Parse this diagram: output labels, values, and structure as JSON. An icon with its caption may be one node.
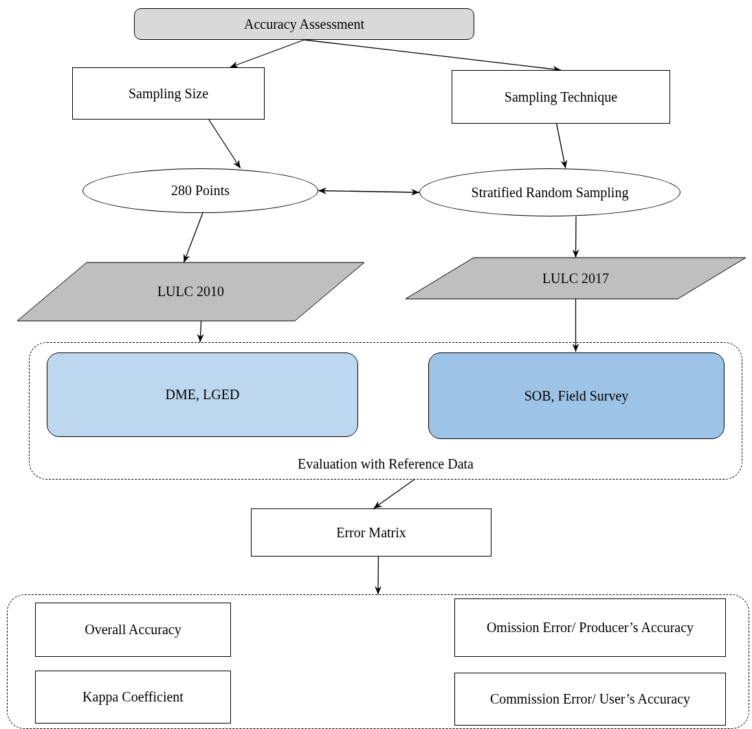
{
  "diagram": {
    "nodes": [
      {
        "text": [
          "Accuracy Assessment"
        ]
      },
      {
        "text": [
          "Sampling Size"
        ]
      },
      {
        "text": [
          "Sampling Technique"
        ]
      },
      {
        "text": [
          "280 Points"
        ]
      },
      {
        "text": [
          "Stratified Random Sampling"
        ]
      },
      {
        "text": [
          "LULC 2010"
        ]
      },
      {
        "text": [
          "LULC 2017"
        ]
      },
      {
        "text": [
          "Evaluation with Reference Data"
        ]
      },
      {
        "text": [
          "DME, LGED"
        ],
        "in": 7
      },
      {
        "text": [
          "SOB, Field Survey"
        ],
        "in": 7
      },
      {
        "text": [
          "Error Matrix"
        ]
      },
      {
        "text": [],
        "shape": "box"
      },
      {
        "text": [
          "Overall Accuracy"
        ],
        "in": 11
      },
      {
        "text": [
          "Omission Error/ Producer’s Accuracy"
        ],
        "in": 11
      },
      {
        "text": [
          "Kappa Coefficient"
        ],
        "in": 11
      },
      {
        "text": [
          "Commission Error/ User’s Accuracy"
        ],
        "in": 11
      }
    ],
    "edges": [
      {
        "from": 0,
        "to": 1,
        "arrow": "to"
      },
      {
        "from": 0,
        "to": 2,
        "arrow": "to"
      },
      {
        "from": 1,
        "to": 3,
        "arrow": "to"
      },
      {
        "from": 2,
        "to": 4,
        "arrow": "to"
      },
      {
        "from": 3,
        "to": 4,
        "arrow": "both"
      },
      {
        "from": 3,
        "to": 5,
        "arrow": "to"
      },
      {
        "from": 4,
        "to": 6,
        "arrow": "to"
      },
      {
        "from": 5,
        "to": 7,
        "arrow": "to"
      },
      {
        "from": 6,
        "to": 9,
        "arrow": "to"
      },
      {
        "from": 7,
        "to": 10,
        "arrow": "to"
      },
      {
        "from": 10,
        "to": 11,
        "arrow": "to"
      }
    ]
  }
}
